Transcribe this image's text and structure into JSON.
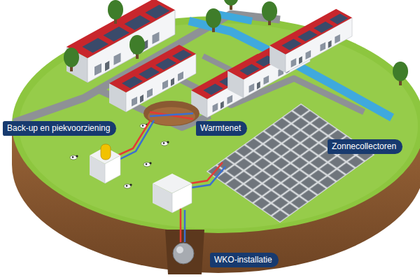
{
  "diagram": {
    "nodes": [
      {
        "text": [
          "Back-up en piekvoorziening"
        ]
      },
      {
        "text": [
          "Warmtenet"
        ]
      },
      {
        "text": [
          "Zonnecollectoren"
        ]
      },
      {
        "text": [
          "WKO-installatie"
        ]
      }
    ]
  }
}
